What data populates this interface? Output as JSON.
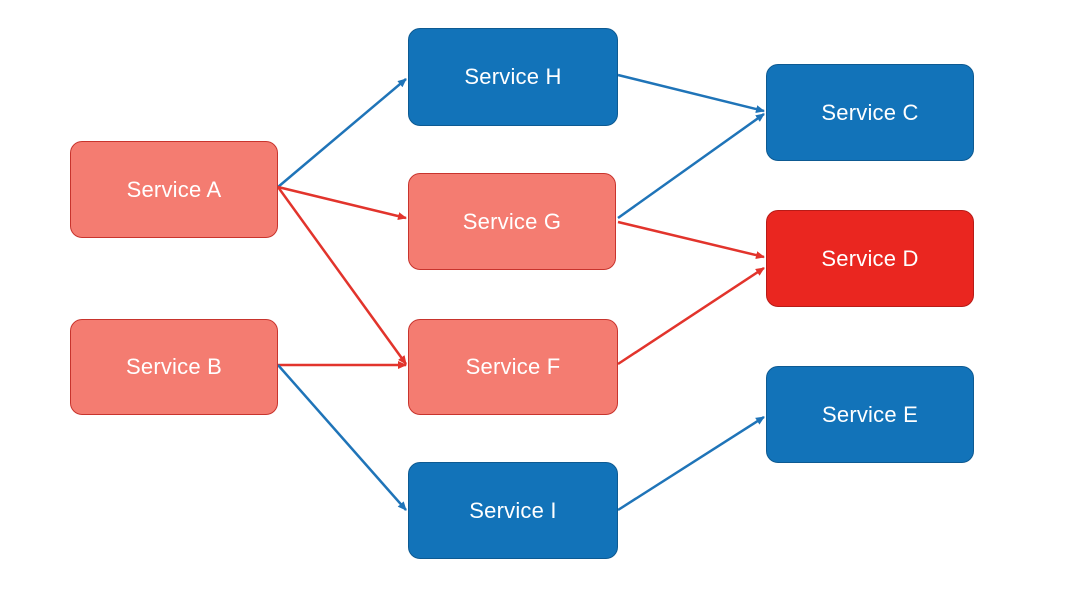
{
  "nodes": [
    {
      "id": "a",
      "label": "Service A",
      "status": "degraded"
    },
    {
      "id": "b",
      "label": "Service B",
      "status": "degraded"
    },
    {
      "id": "h",
      "label": "Service H",
      "status": "healthy"
    },
    {
      "id": "g",
      "label": "Service G",
      "status": "degraded"
    },
    {
      "id": "f",
      "label": "Service F",
      "status": "degraded"
    },
    {
      "id": "i",
      "label": "Service I",
      "status": "healthy"
    },
    {
      "id": "c",
      "label": "Service C",
      "status": "healthy"
    },
    {
      "id": "d",
      "label": "Service D",
      "status": "failed"
    },
    {
      "id": "e",
      "label": "Service E",
      "status": "healthy"
    }
  ],
  "edges": [
    {
      "from": "a",
      "to": "h",
      "status": "healthy"
    },
    {
      "from": "a",
      "to": "g",
      "status": "failing"
    },
    {
      "from": "a",
      "to": "f",
      "status": "failing"
    },
    {
      "from": "b",
      "to": "f",
      "status": "failing"
    },
    {
      "from": "b",
      "to": "i",
      "status": "healthy"
    },
    {
      "from": "h",
      "to": "c",
      "status": "healthy"
    },
    {
      "from": "g",
      "to": "c",
      "status": "healthy"
    },
    {
      "from": "g",
      "to": "d",
      "status": "failing"
    },
    {
      "from": "f",
      "to": "d",
      "status": "failing"
    },
    {
      "from": "i",
      "to": "e",
      "status": "healthy"
    }
  ],
  "colors": {
    "healthy": "#1273b9",
    "degraded": "#f47c71",
    "failed": "#ea2620",
    "edge_healthy": "#1f74b8",
    "edge_failing": "#e2342c"
  }
}
